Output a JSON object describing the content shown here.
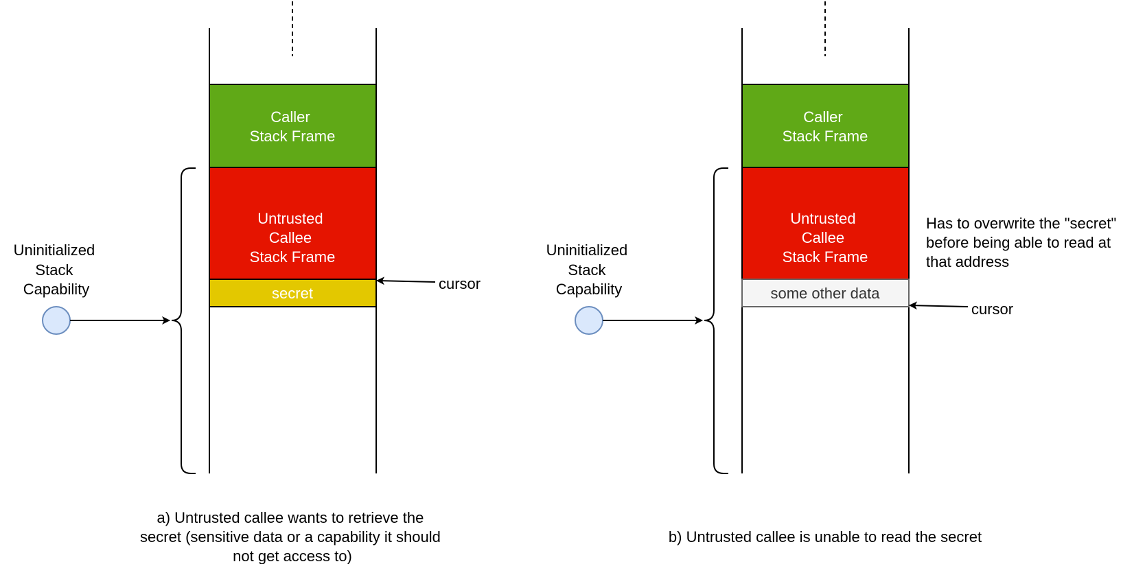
{
  "colors": {
    "caller_fill": "#60a917",
    "callee_fill": "#e51400",
    "secret_fill": "#e3c800",
    "other_data_fill": "#f5f5f5",
    "capability_fill": "#dae8fc",
    "capability_stroke": "#6c8ebf"
  },
  "panel_a": {
    "caller_frame": [
      "Caller",
      "Stack Frame"
    ],
    "callee_frame": [
      "Untrusted",
      "Callee",
      "Stack Frame"
    ],
    "data_slot": "secret",
    "cursor_label": "cursor",
    "capability_label": [
      "Uninitialized",
      "Stack",
      "Capability"
    ],
    "caption": [
      "a) Untrusted callee wants to retrieve the",
      "secret (sensitive data or a capability it should",
      "not get access to)"
    ]
  },
  "panel_b": {
    "caller_frame": [
      "Caller",
      "Stack Frame"
    ],
    "callee_frame": [
      "Untrusted",
      "Callee",
      "Stack Frame"
    ],
    "data_slot": "some other data",
    "cursor_label": "cursor",
    "capability_label": [
      "Uninitialized",
      "Stack",
      "Capability"
    ],
    "note": [
      "Has to overwrite the \"secret\"",
      "before being able to read at",
      "that address"
    ],
    "caption": [
      "b) Untrusted callee is unable to read the secret"
    ]
  }
}
